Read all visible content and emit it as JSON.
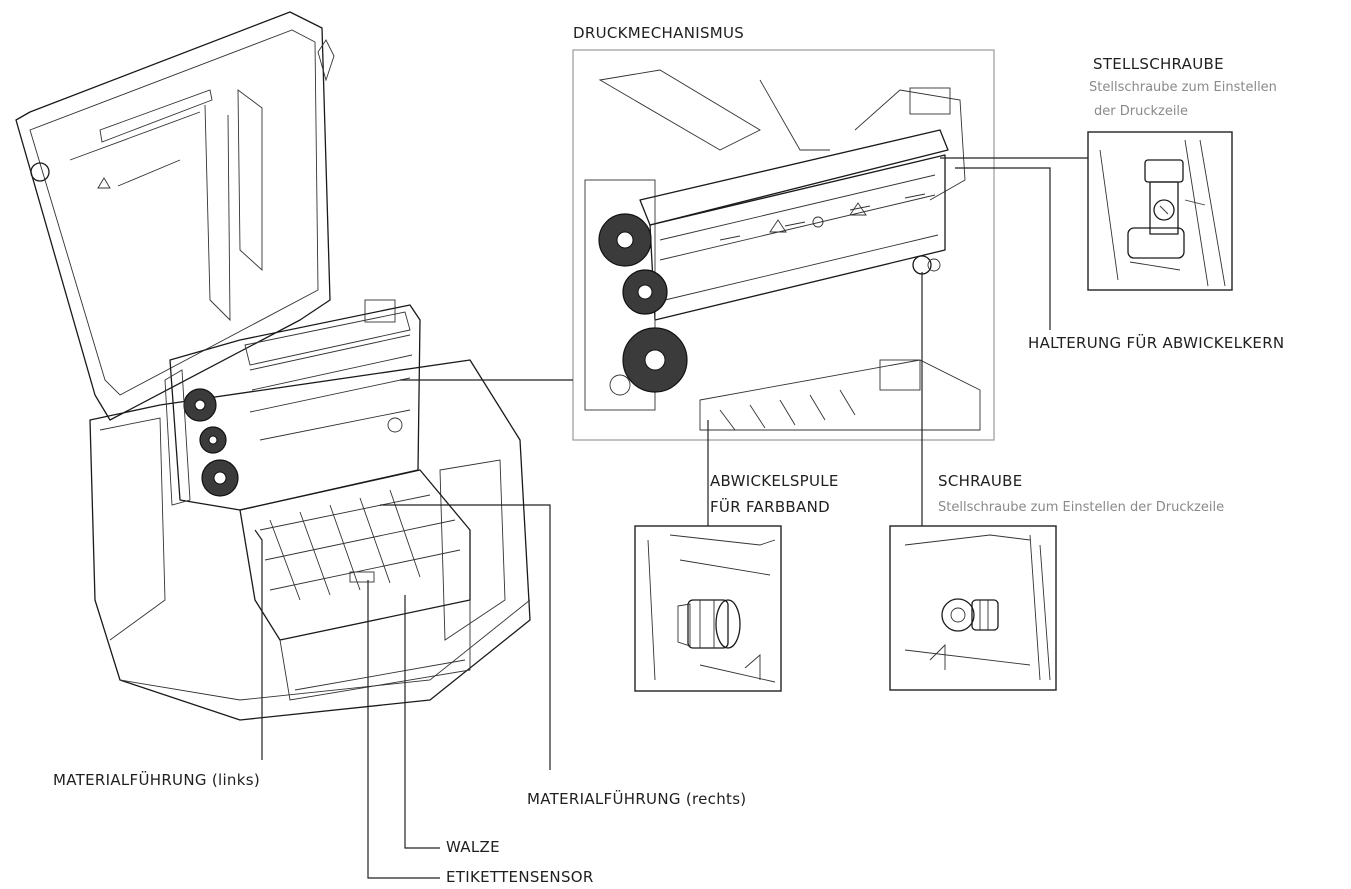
{
  "labels": {
    "druckmechanismus": "DRUCKMECHANISMUS",
    "stellschraube_title": "STELLSCHRAUBE",
    "stellschraube_desc_1": "Stellschraube zum Einstellen",
    "stellschraube_desc_2": "der Druckzeile",
    "halterung": "HALTERUNG FÜR ABWICKELKERN",
    "abwickelspule_1": "ABWICKELSPULE",
    "abwickelspule_2": "FÜR FARBBAND",
    "schraube_title": "SCHRAUBE",
    "schraube_desc": "Stellschraube zum Einstellen der Druckzeile",
    "materialfuehrung_links": "MATERIALFÜHRUNG (links)",
    "materialfuehrung_rechts": "MATERIALFÜHRUNG (rechts)",
    "walze": "WALZE",
    "etikettensensor": "ETIKETTENSENSOR"
  }
}
